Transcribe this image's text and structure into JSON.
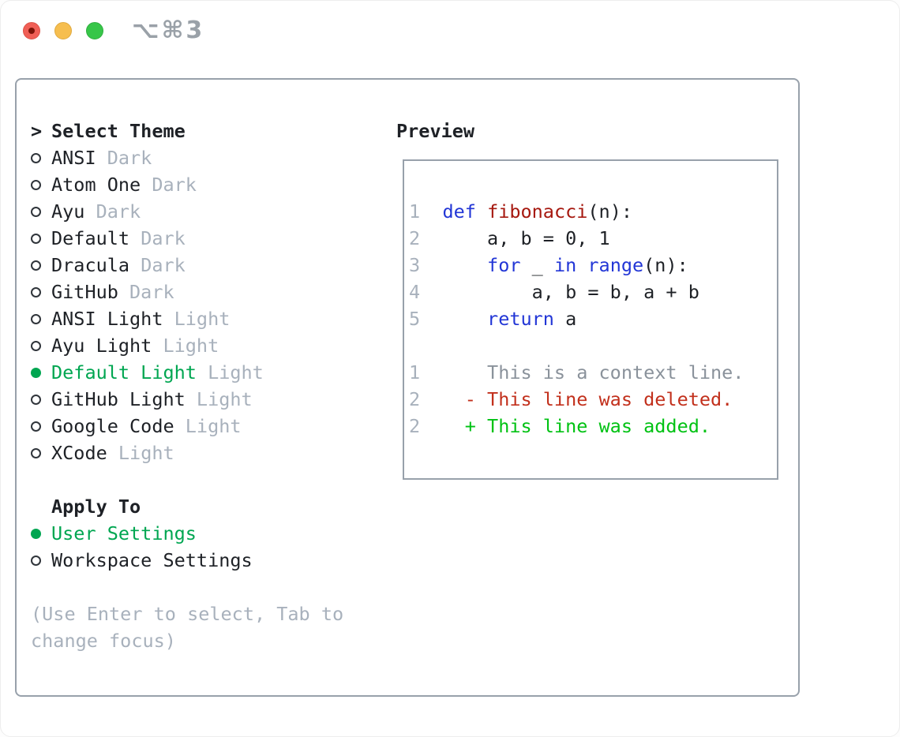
{
  "titlebar": {
    "shortcut": "⌥⌘3",
    "buttons": [
      "close",
      "minimize",
      "zoom"
    ]
  },
  "theme_panel": {
    "prompt": ">",
    "title": "Select Theme",
    "items": [
      {
        "label": "ANSI",
        "variant": "Dark",
        "selected": false
      },
      {
        "label": "Atom One",
        "variant": "Dark",
        "selected": false
      },
      {
        "label": "Ayu",
        "variant": "Dark",
        "selected": false
      },
      {
        "label": "Default",
        "variant": "Dark",
        "selected": false
      },
      {
        "label": "Dracula",
        "variant": "Dark",
        "selected": false
      },
      {
        "label": "GitHub",
        "variant": "Dark",
        "selected": false
      },
      {
        "label": "ANSI Light",
        "variant": "Light",
        "selected": false
      },
      {
        "label": "Ayu Light",
        "variant": "Light",
        "selected": false
      },
      {
        "label": "Default Light",
        "variant": "Light",
        "selected": true
      },
      {
        "label": "GitHub Light",
        "variant": "Light",
        "selected": false
      },
      {
        "label": "Google Code",
        "variant": "Light",
        "selected": false
      },
      {
        "label": "XCode",
        "variant": "Light",
        "selected": false
      }
    ],
    "apply_to": {
      "title": "Apply To",
      "options": [
        {
          "label": "User Settings",
          "selected": true
        },
        {
          "label": "Workspace Settings",
          "selected": false
        }
      ]
    },
    "hint_lines": [
      "(Use Enter to select, Tab to",
      "change focus)"
    ]
  },
  "preview": {
    "title": "Preview",
    "code_lines": [
      [
        [
          "num",
          "1"
        ],
        [
          "plain",
          "  "
        ],
        [
          "kw",
          "def"
        ],
        [
          "plain",
          " "
        ],
        [
          "fn",
          "fibonacci"
        ],
        [
          "plain",
          "(n):"
        ]
      ],
      [
        [
          "num",
          "2"
        ],
        [
          "plain",
          "      a, b = 0, 1"
        ]
      ],
      [
        [
          "num",
          "3"
        ],
        [
          "plain",
          "      "
        ],
        [
          "kw",
          "for"
        ],
        [
          "plain",
          " _ "
        ],
        [
          "kw",
          "in"
        ],
        [
          "plain",
          " "
        ],
        [
          "kw",
          "range"
        ],
        [
          "plain",
          "(n):"
        ]
      ],
      [
        [
          "num",
          "4"
        ],
        [
          "plain",
          "          a, b = b, a + b"
        ]
      ],
      [
        [
          "num",
          "5"
        ],
        [
          "plain",
          "      "
        ],
        [
          "kw",
          "return"
        ],
        [
          "plain",
          " a"
        ]
      ]
    ],
    "diff_lines": [
      [
        [
          "num",
          "1"
        ],
        [
          "plain",
          "      "
        ],
        [
          "ctx",
          "This is a context line."
        ]
      ],
      [
        [
          "num",
          "2"
        ],
        [
          "plain",
          "    "
        ],
        [
          "del",
          "- This line was deleted."
        ]
      ],
      [
        [
          "num",
          "2"
        ],
        [
          "plain",
          "    "
        ],
        [
          "add",
          "+ This line was added."
        ]
      ]
    ]
  },
  "colors": {
    "selected_green": "#00a651",
    "added_green": "#00c213",
    "deleted_red": "#c2301c",
    "keyword_blue": "#2236d6",
    "function_red": "#a6180f",
    "muted_gray": "#a8b1bc",
    "context_gray": "#8a929b",
    "text": "#1e2126",
    "panel_border": "#98a1ab",
    "traffic_red": "#f05f56",
    "traffic_yellow": "#f6be4f",
    "traffic_green": "#37c649"
  }
}
